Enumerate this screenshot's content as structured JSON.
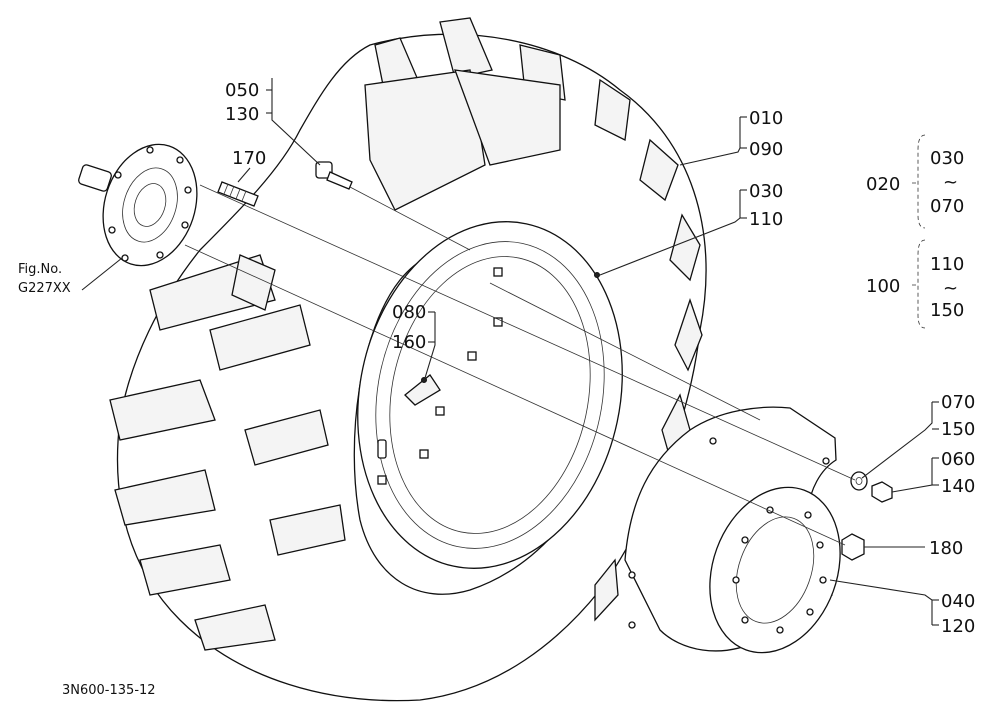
{
  "figure": {
    "drawing_id": "3N600-135-12",
    "hub_reference": {
      "line1": "Fig.No.",
      "line2": "G227XX"
    }
  },
  "callouts": {
    "c050": "050",
    "c130": "130",
    "c170": "170",
    "c010": "010",
    "c090": "090",
    "c030": "030",
    "c110": "110",
    "c080": "080",
    "c160": "160",
    "c070": "070",
    "c150": "150",
    "c060": "060",
    "c140": "140",
    "c180": "180",
    "c040": "040",
    "c120": "120"
  },
  "groups": {
    "g020": {
      "label": "020",
      "from": "030",
      "tilde": "~",
      "to": "070"
    },
    "g100": {
      "label": "100",
      "from": "110",
      "tilde": "~",
      "to": "150"
    }
  }
}
